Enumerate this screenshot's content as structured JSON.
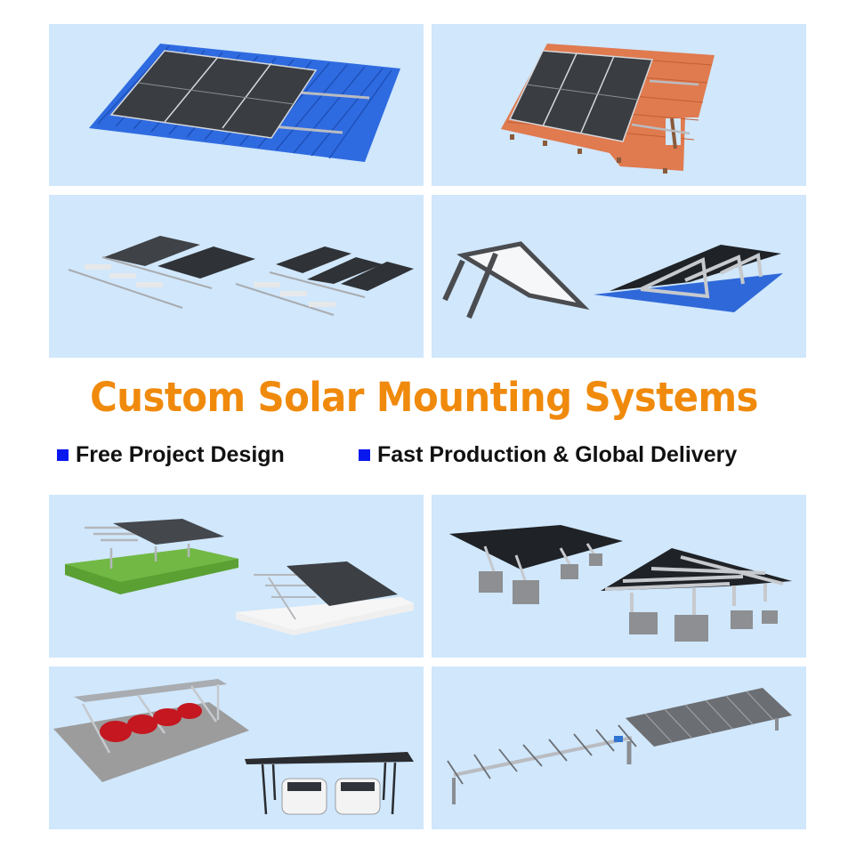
{
  "banner": {
    "title": "Custom Solar Mounting Systems",
    "title_color": "#f08a0c",
    "features": [
      {
        "label": "Free Project Design",
        "bullet_color": "#0a18f0"
      },
      {
        "label": "Fast Production & Global Delivery",
        "bullet_color": "#0a18f0"
      }
    ]
  },
  "tiles": [
    {
      "name": "metal-roof-mount",
      "description": "Solar panels on blue corrugated metal roof with rails"
    },
    {
      "name": "tile-roof-mount",
      "description": "Solar panels on terracotta tile roof with hooks and rails"
    },
    {
      "name": "flat-roof-ballast-mount",
      "description": "Flat roof ballasted east-west and south-facing arrays"
    },
    {
      "name": "tilt-triangle-mount",
      "description": "Adjustable tilt triangle bracket and tilted array on metal roof"
    },
    {
      "name": "ground-mount",
      "description": "Ground mount on grass and on concrete base"
    },
    {
      "name": "concrete-block-ground-mount",
      "description": "Ground mounts supported by concrete ballast blocks"
    },
    {
      "name": "carport-mount",
      "description": "Solar carport structures with parked cars"
    },
    {
      "name": "solar-tracker",
      "description": "Single-axis solar tracker with torque tube"
    }
  ],
  "colors": {
    "tile_background": "#d0e7fc",
    "panel": "#3a3d42",
    "metal_roof": "#2f6fe0",
    "tile_roof": "#e07a4f",
    "aluminum": "#c9ccd0"
  }
}
